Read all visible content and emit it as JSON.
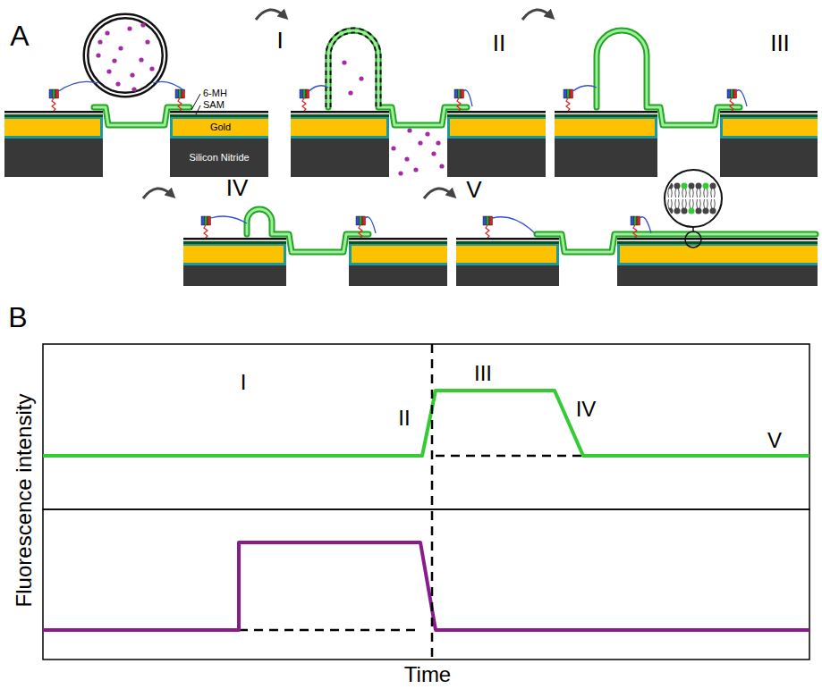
{
  "diagram": {
    "nodes": [
      {
        "text": [
          "Gold"
        ]
      },
      {
        "text": [
          "Silicon Nitride"
        ]
      }
    ],
    "labels": [
      "A",
      "I",
      "II",
      "III",
      "IV",
      "V",
      "6-MH",
      "SAM",
      "B",
      "Fluorescence intensity",
      "Time",
      "I",
      "II",
      "III",
      "IV",
      "V"
    ]
  }
}
